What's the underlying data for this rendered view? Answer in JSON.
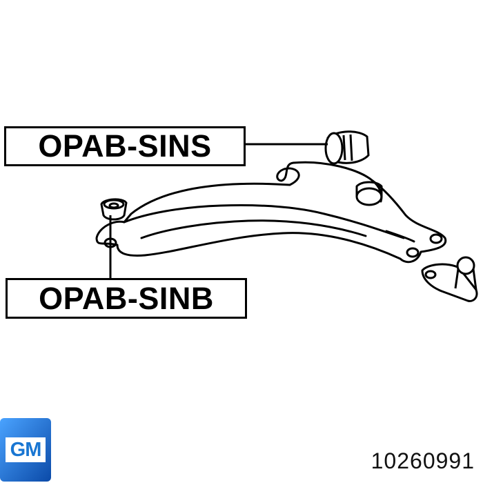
{
  "labels": {
    "top": "OPAB-SINS",
    "bottom": "OPAB-SINB"
  },
  "brand": {
    "logo_text": "GM",
    "logo_color": "#1a5fb4"
  },
  "part_number": "10260991"
}
